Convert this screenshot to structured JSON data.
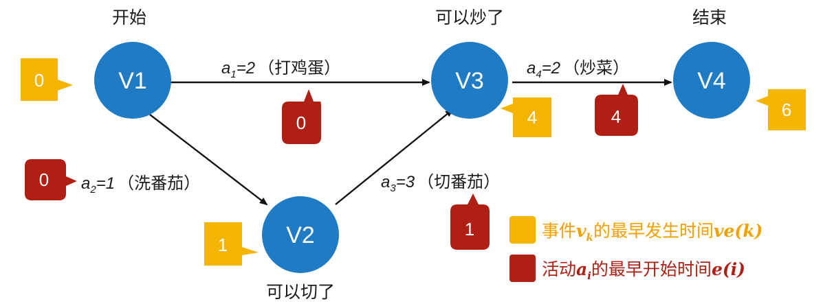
{
  "nodes": {
    "v1": {
      "label": "V1",
      "caption": "开始",
      "ve": "0"
    },
    "v2": {
      "label": "V2",
      "caption": "可以切了",
      "ve": "1"
    },
    "v3": {
      "label": "V3",
      "caption": "可以炒了",
      "ve": "4"
    },
    "v4": {
      "label": "V4",
      "caption": "结束",
      "ve": "6"
    }
  },
  "edges": {
    "a1": {
      "sym": "a",
      "sub": "1",
      "expr": "=2",
      "task": "（打鸡蛋）",
      "e": "0"
    },
    "a2": {
      "sym": "a",
      "sub": "2",
      "expr": "=1",
      "task": "（洗番茄）",
      "e": "0"
    },
    "a3": {
      "sym": "a",
      "sub": "3",
      "expr": "=3",
      "task": "（切番茄）",
      "e": "1"
    },
    "a4": {
      "sym": "a",
      "sub": "4",
      "expr": "=2",
      "task": "（炒菜）",
      "e": "4"
    }
  },
  "legend": {
    "event": {
      "prefix": "事件",
      "sym": "v",
      "sub": "k",
      "middle": "的最早发生时间",
      "formula": "ve(k)"
    },
    "activity": {
      "prefix": "活动",
      "sym": "a",
      "sub": "i",
      "middle": "的最早开始时间",
      "formula": "e(i)"
    }
  },
  "colors": {
    "node": "#1e7bc4",
    "event_callout": "#f4b400",
    "activity_callout": "#b01f14"
  }
}
